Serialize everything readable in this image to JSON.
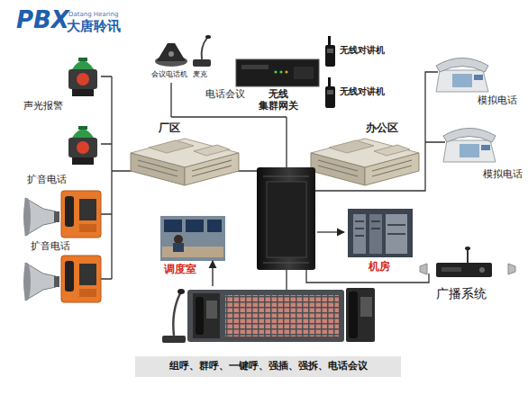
{
  "diagram": {
    "nodes": [
      {
        "text": [
          "会议电话机"
        ]
      },
      {
        "text": [
          "麦克"
        ]
      },
      {
        "text": [
          "无线 集群网关"
        ]
      },
      {
        "text": [
          "无线对讲机"
        ]
      },
      {
        "text": [
          "无线对讲机"
        ]
      },
      {
        "text": [
          "模拟电话"
        ]
      },
      {
        "text": [
          "声光报警"
        ]
      },
      {
        "text": [
          "厂区"
        ]
      },
      {
        "text": [
          "办公区"
        ]
      },
      {
        "text": [
          "模拟电话"
        ]
      },
      {
        "text": [
          "扩音电话"
        ]
      },
      {
        "text": [
          "扩音电话"
        ]
      },
      {
        "text": [
          "调度室"
        ]
      },
      {
        "text": [
          "机房"
        ]
      },
      {
        "text": [
          "广播系统"
        ]
      },
      {
        "text": [
          "组呼、群呼、一键呼、强插、强拆、电话会议"
        ]
      }
    ],
    "edges": [
      {
        "from": 15,
        "to": 12,
        "arrow": "to"
      }
    ],
    "labels": [
      "PBX",
      "Datang Hearing",
      "大唐聆讯",
      "电话会议"
    ]
  }
}
